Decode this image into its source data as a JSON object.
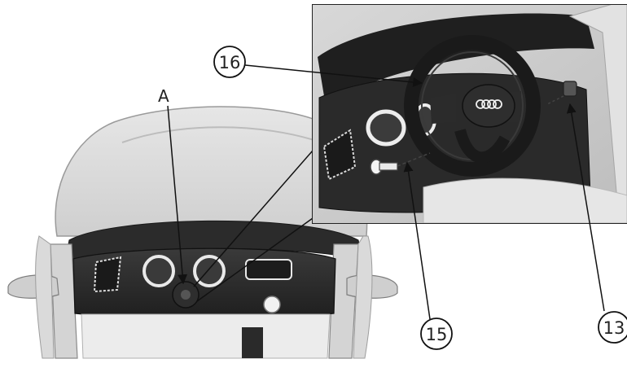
{
  "labels": {
    "a": "A",
    "n16": "16",
    "n15": "15",
    "n13": "13"
  },
  "emblem": "four-ring-logo"
}
